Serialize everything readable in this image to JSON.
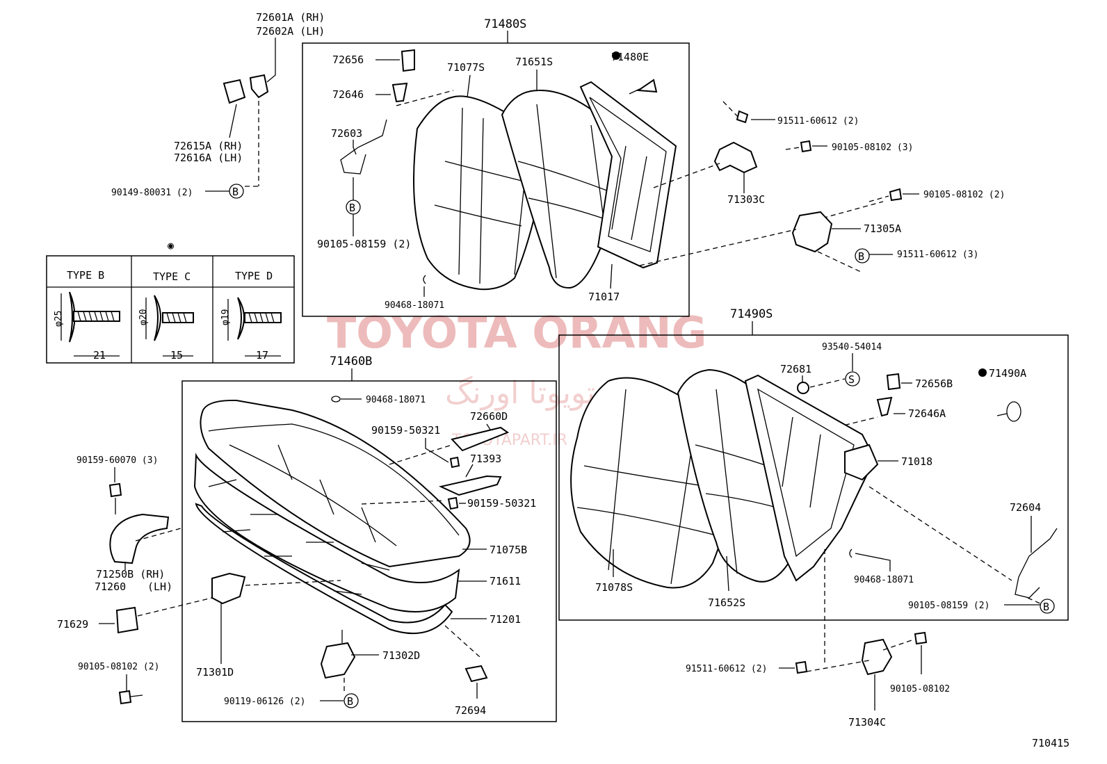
{
  "watermark": {
    "brand": "TOYOTA ORANG",
    "persian": "تویوتا اورنگ",
    "site": "TOYOTAPART.IR"
  },
  "diagram_number": "710415",
  "groups": {
    "seatback_rh": "71480S",
    "seatback_lh": "71490S",
    "cushion": "71460B"
  },
  "type_table": {
    "marker": "◉",
    "columns": [
      {
        "type": "TYPE B",
        "dia": "φ25",
        "len": "21"
      },
      {
        "type": "TYPE C",
        "dia": "φ20",
        "len": "15"
      },
      {
        "type": "TYPE D",
        "dia": "φ19",
        "len": "17"
      }
    ]
  },
  "labels": {
    "l72601A": "72601A (RH)",
    "l72602A": "72602A (LH)",
    "l72615A": "72615A (RH)",
    "l72616A": "72616A (LH)",
    "l90149": "90149-80031 (2)",
    "l72656": "72656",
    "l72646": "72646",
    "l72603": "72603",
    "l90105_08159a": "90105-08159 (2)",
    "l71077S": "71077S",
    "l71651S": "71651S",
    "l71480E": "71480E",
    "l90468a": "90468-18071",
    "l71017": "71017",
    "l91511a": "91511-60612 (2)",
    "l90105_08102a": "90105-08102 (3)",
    "l71303C": "71303C",
    "l90105_08102b": "90105-08102 (2)",
    "l71305A": "71305A",
    "l91511b": "91511-60612 (3)",
    "l90468b": "90468-18071",
    "l72660D": "72660D",
    "l90159_50321a": "90159-50321",
    "l71393": "71393",
    "l90159_50321b": "90159-50321",
    "l90159_60070": "90159-60070 (3)",
    "l71250B": "71250B (RH)",
    "l71260": "71260",
    "l71260lh": "(LH)",
    "l71075B": "71075B",
    "l71611": "71611",
    "l71201": "71201",
    "l71629": "71629",
    "l71301D": "71301D",
    "l71302D": "71302D",
    "l90105_08102c": "90105-08102 (2)",
    "l90119": "90119-06126 (2)",
    "l72694": "72694",
    "l93540": "93540-54014",
    "l72681": "72681",
    "l72656B": "72656B",
    "l72646A": "72646A",
    "l71490A": "71490A",
    "l71018": "71018",
    "l72604": "72604",
    "l90468c": "90468-18071",
    "l90105_08159b": "90105-08159 (2)",
    "l71078S": "71078S",
    "l71652S": "71652S",
    "l91511c": "91511-60612 (2)",
    "l90105_08102d": "90105-08102",
    "l71304C": "71304C"
  },
  "markers": {
    "B": "B",
    "S": "S"
  }
}
